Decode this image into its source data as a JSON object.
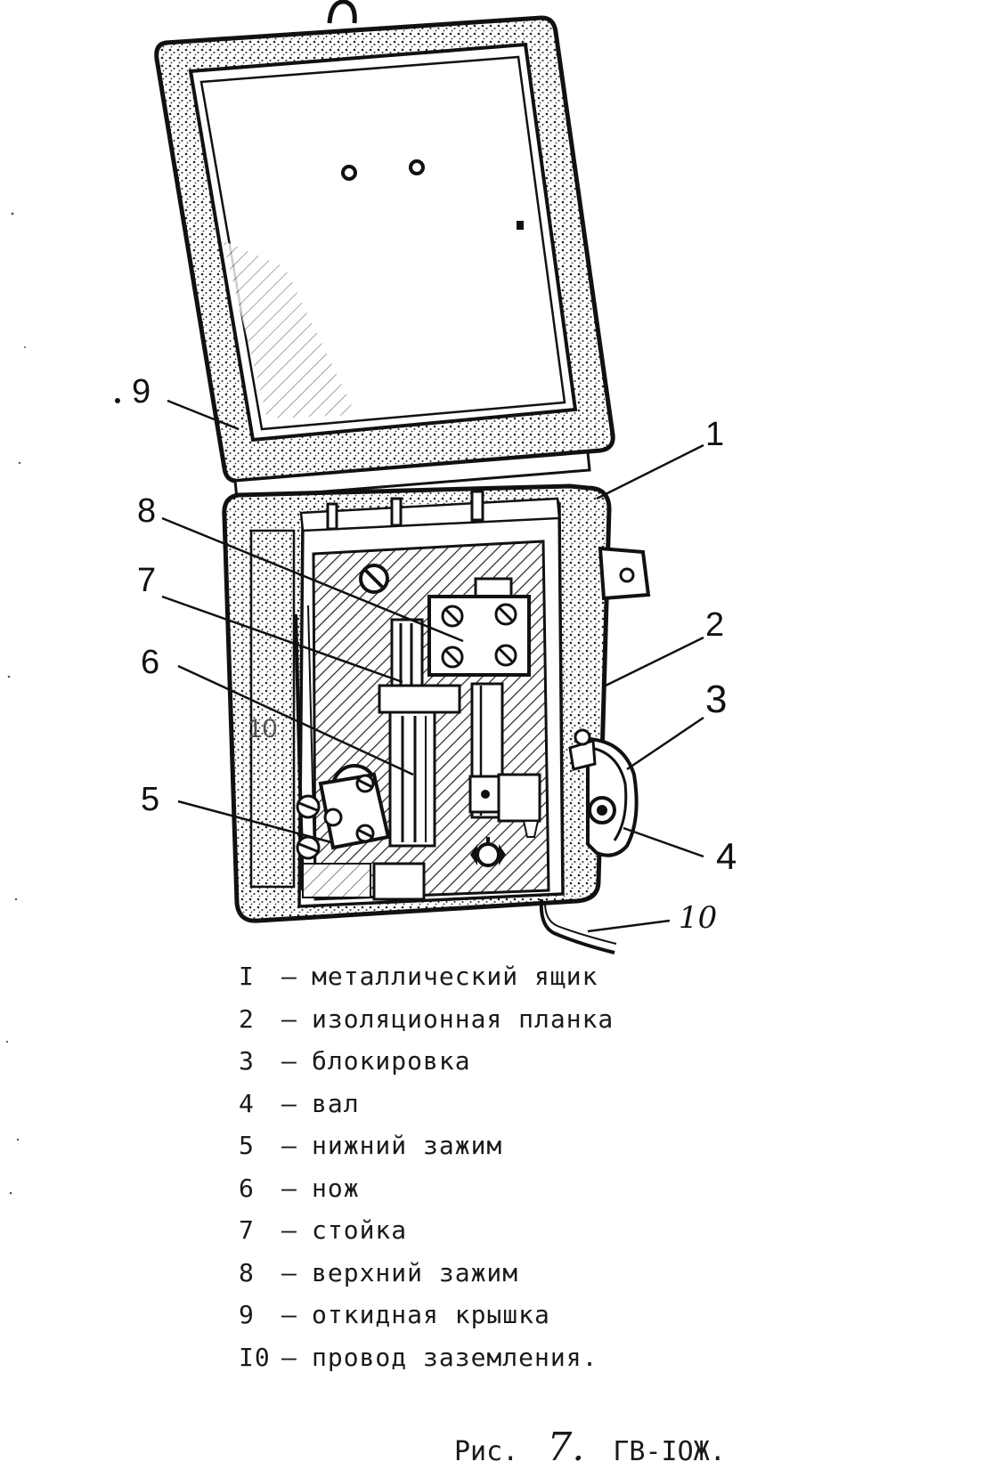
{
  "figure": {
    "callouts": [
      "1",
      "2",
      "3",
      "4",
      "5",
      "6",
      "7",
      "8",
      "9",
      "10"
    ],
    "panel_number": "10"
  },
  "legend": [
    {
      "num": "I",
      "text": "металлический ящик"
    },
    {
      "num": "2",
      "text": "изоляционная планка"
    },
    {
      "num": "3",
      "text": "блокировка"
    },
    {
      "num": "4",
      "text": "вал"
    },
    {
      "num": "5",
      "text": "нижний зажим"
    },
    {
      "num": "6",
      "text": "нож"
    },
    {
      "num": "7",
      "text": "стойка"
    },
    {
      "num": "8",
      "text": "верхний зажим"
    },
    {
      "num": "9",
      "text": "откидная крышка"
    },
    {
      "num": "I0",
      "text": "провод заземления."
    }
  ],
  "legend_dash": "–",
  "caption": {
    "prefix": "Рис.",
    "number": "7.",
    "title": "ГВ-IОЖ."
  }
}
